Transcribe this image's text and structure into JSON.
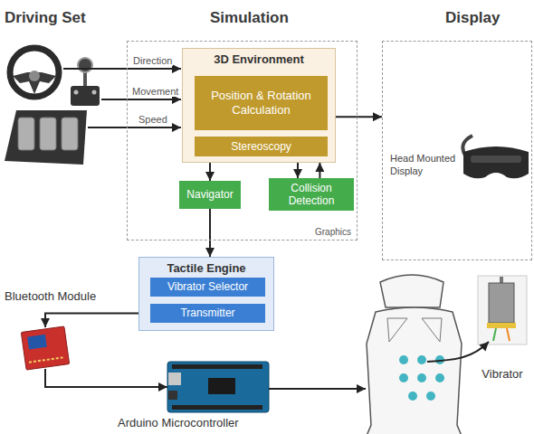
{
  "diagram": {
    "nodes": [
      {
        "text": [
          "Graphics"
        ]
      },
      {
        "text": [
          "3D Environment"
        ],
        "in": 0
      },
      {
        "text": [
          "Position & Rotation Calculation"
        ],
        "in": 1
      },
      {
        "text": [
          "Stereoscopy"
        ],
        "in": 1
      },
      {
        "text": [
          "Navigator"
        ],
        "in": 0
      },
      {
        "text": [
          "Collision Detection"
        ],
        "in": 0
      },
      {
        "text": [
          "Head Mounted Display"
        ]
      },
      {
        "text": [
          "Tactile Engine"
        ]
      },
      {
        "text": [
          "Vibrator Selector"
        ],
        "in": 7
      },
      {
        "text": [
          "Transmitter"
        ],
        "in": 7
      },
      {
        "text": [
          "Bluetooth Module"
        ]
      },
      {
        "text": [
          "Arduino Microcontroller"
        ]
      },
      {
        "text": [
          "Vibrator"
        ]
      }
    ],
    "edges": [
      {
        "from": 1,
        "to": 6,
        "arrow": "to"
      },
      {
        "from": 1,
        "to": 4,
        "arrow": "to"
      },
      {
        "from": 1,
        "to": 5,
        "arrow": "to"
      },
      {
        "from": 5,
        "to": 1,
        "arrow": "to"
      },
      {
        "from": 4,
        "to": 7,
        "arrow": "to"
      },
      {
        "from": 9,
        "to": 10,
        "arrow": "to"
      },
      {
        "from": 10,
        "to": 11,
        "arrow": "to"
      }
    ],
    "labels": [
      "Driving Set",
      "Simulation",
      "Display",
      "Direction",
      "Movement",
      "Speed"
    ]
  }
}
